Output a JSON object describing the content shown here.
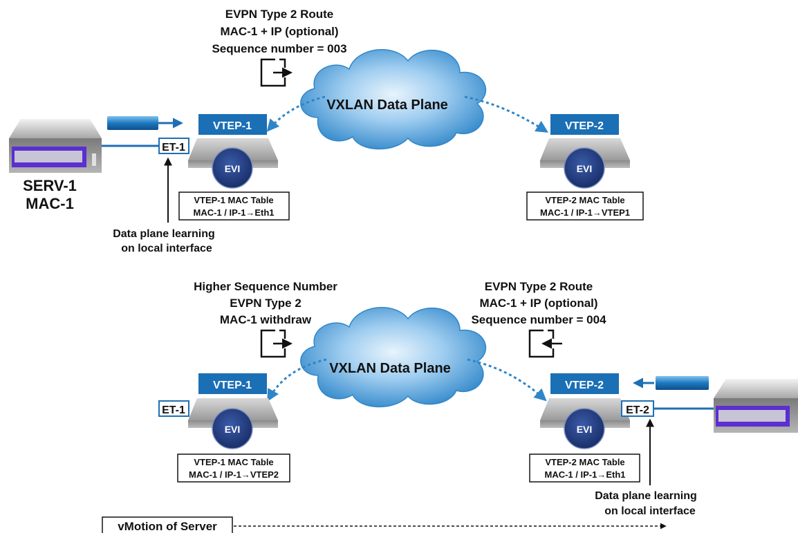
{
  "top": {
    "route_lines": [
      "EVPN Type 2 Route",
      "MAC-1 + IP (optional)",
      "Sequence number = 003"
    ],
    "cloud_label": "VXLAN Data Plane",
    "vtep1_label": "VTEP-1",
    "vtep2_label": "VTEP-2",
    "evi_label": "EVI",
    "et1_label": "ET-1",
    "server_lines": [
      "SERV-1",
      "MAC-1"
    ],
    "vtep1_table": [
      "VTEP-1 MAC Table",
      "MAC-1 / IP-1→Eth1"
    ],
    "vtep2_table": [
      "VTEP-2 MAC Table",
      "MAC-1 / IP-1→VTEP1"
    ],
    "learning_lines": [
      "Data plane learning",
      "on local interface"
    ]
  },
  "bottom": {
    "withdraw_lines": [
      "Higher Sequence Number",
      "EVPN Type 2",
      "MAC-1 withdraw"
    ],
    "route_lines": [
      "EVPN Type 2 Route",
      "MAC-1 + IP (optional)",
      "Sequence number = 004"
    ],
    "cloud_label": "VXLAN Data Plane",
    "vtep1_label": "VTEP-1",
    "vtep2_label": "VTEP-2",
    "evi_label": "EVI",
    "et1_label": "ET-1",
    "et2_label": "ET-2",
    "vtep1_table": [
      "VTEP-1 MAC Table",
      "MAC-1 / IP-1→VTEP2"
    ],
    "vtep2_table": [
      "VTEP-2 MAC Table",
      "MAC-1 / IP-1→Eth1"
    ],
    "learning_lines": [
      "Data plane learning",
      "on local interface"
    ],
    "vmotion_label": "vMotion of Server"
  },
  "colors": {
    "vtep_blue": "#1b6fb5",
    "evi_navy": "#1f3a7a",
    "cloud_blue": "#3c97d6",
    "link_blue": "#1e6fb4",
    "server_purple": "#5b2fd0"
  },
  "icons": [
    "export-route-icon",
    "import-route-icon",
    "cloud-icon",
    "switch-icon",
    "server-icon"
  ]
}
